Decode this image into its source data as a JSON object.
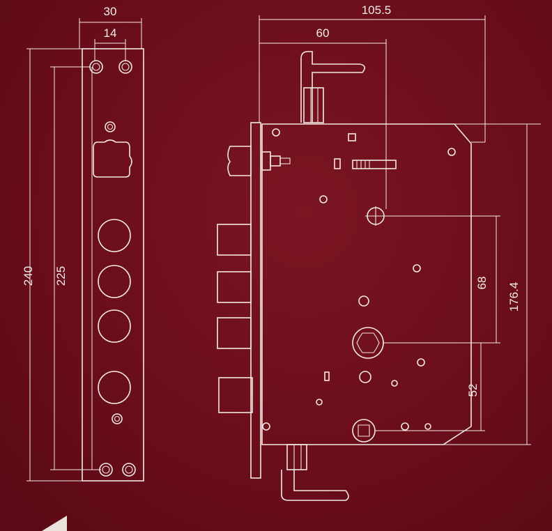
{
  "faceplate": {
    "dimensions": {
      "width_total": "30",
      "hole_spacing": "14",
      "length_total": "240",
      "hole_pitch": "225"
    }
  },
  "lock_body": {
    "dimensions": {
      "overall_width": "105.5",
      "backset": "60",
      "handle_to_cylinder": "68",
      "body_height": "176.4",
      "cylinder_to_lower": "52"
    }
  },
  "colors": {
    "background": "#6e0f1c",
    "line": "#f2e9e4"
  }
}
